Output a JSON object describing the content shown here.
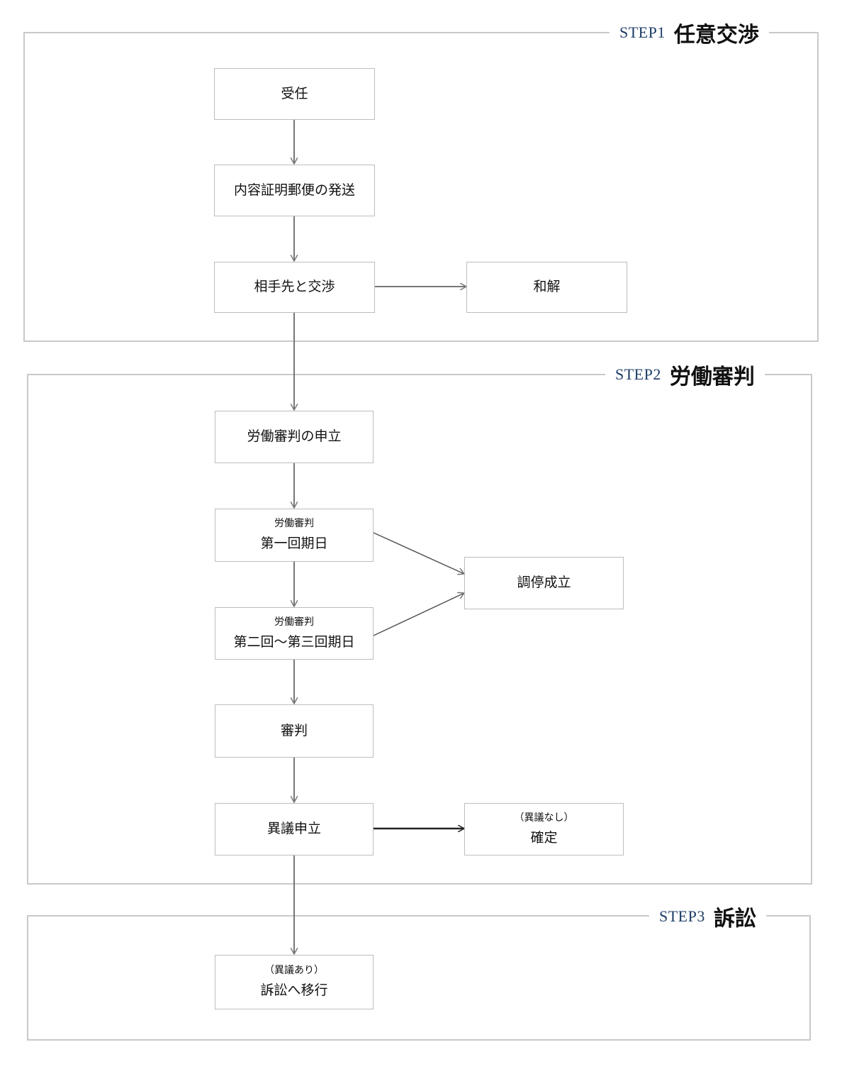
{
  "steps": {
    "s1": {
      "label": "STEP1",
      "name": "任意交渉"
    },
    "s2": {
      "label": "STEP2",
      "name": "労働審判"
    },
    "s3": {
      "label": "STEP3",
      "name": "訴訟"
    }
  },
  "nodes": {
    "uketsuke": {
      "main": "受任"
    },
    "naiyou": {
      "main": "内容証明郵便の発送"
    },
    "koushou": {
      "main": "相手先と交渉"
    },
    "wakai": {
      "main": "和解"
    },
    "moushitate": {
      "main": "労働審判の申立"
    },
    "dai1": {
      "sub": "労働審判",
      "main": "第一回期日"
    },
    "dai23": {
      "sub": "労働審判",
      "main": "第二回～第三回期日"
    },
    "chotei": {
      "main": "調停成立"
    },
    "shinpan": {
      "main": "審判"
    },
    "igi": {
      "main": "異議申立"
    },
    "kakutei": {
      "sub": "（異議なし）",
      "main": "確定"
    },
    "soshou": {
      "sub": "（異議あり）",
      "main": "訴訟へ移行"
    }
  },
  "colors": {
    "border": "#c9c9c9",
    "arrow": "#777777",
    "step_label": "#1c3c66"
  }
}
